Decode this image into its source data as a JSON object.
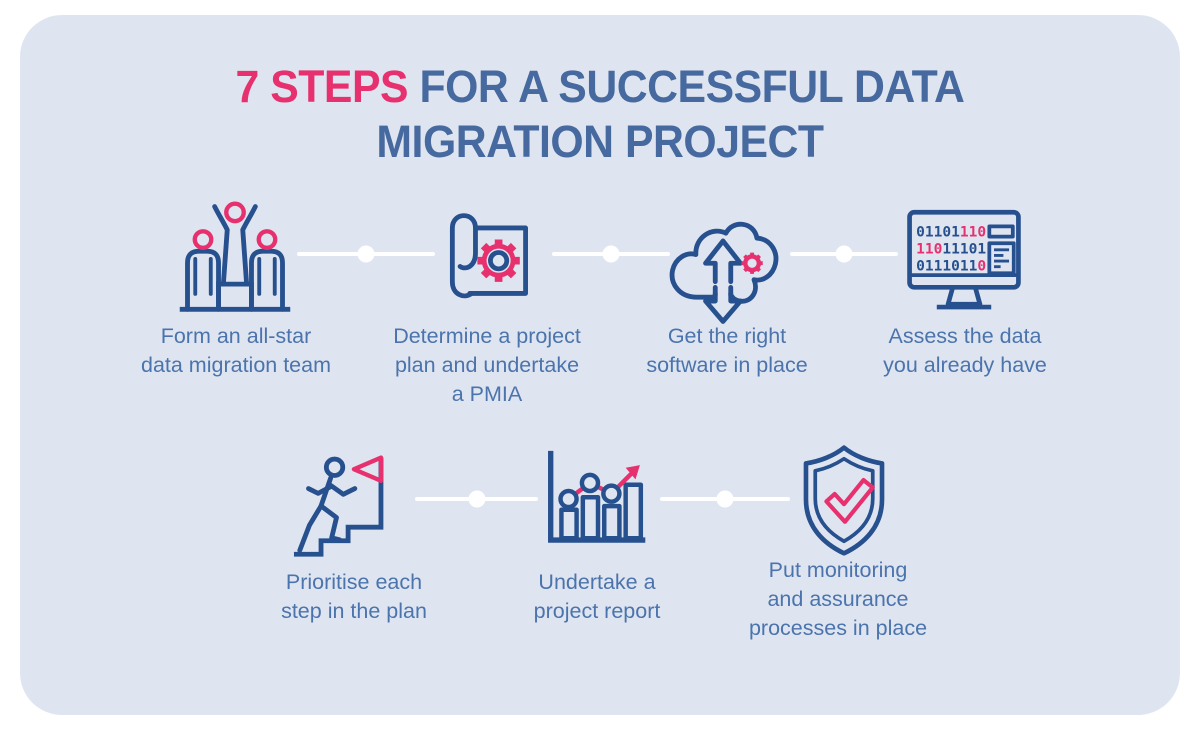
{
  "colors": {
    "pink": "#e7316f",
    "icon_blue": "#27508f",
    "title_blue": "#46699f",
    "label_blue": "#4b74ad",
    "connector": "#ffffff",
    "card_bg": "#dfe5f0"
  },
  "title": {
    "highlight": "7 STEPS",
    "line1_rest": " FOR A SUCCESSFUL DATA",
    "line2": "MIGRATION PROJECT"
  },
  "steps": [
    {
      "icon": "team-icon",
      "label": "Form an all-star\ndata migration team"
    },
    {
      "icon": "blueprint-gear-icon",
      "label": "Determine a project\nplan and undertake\na PMIA"
    },
    {
      "icon": "cloud-transfer-icon",
      "label": "Get the right\nsoftware in place"
    },
    {
      "icon": "monitor-binary-icon",
      "label": "Assess the data\nyou already have"
    },
    {
      "icon": "runner-stairs-flag-icon",
      "label": "Prioritise each\nstep in the plan"
    },
    {
      "icon": "bar-chart-growth-icon",
      "label": "Undertake a\nproject report"
    },
    {
      "icon": "shield-check-icon",
      "label": "Put monitoring\nand assurance\nprocesses in place"
    }
  ],
  "monitor_binary": {
    "row1": [
      {
        "text": "01101",
        "color": "blue"
      },
      {
        "text": "110",
        "color": "pink"
      }
    ],
    "row2": [
      {
        "text": "110",
        "color": "pink"
      },
      {
        "text": "11101",
        "color": "blue"
      }
    ],
    "row3": [
      {
        "text": "0111011",
        "color": "blue"
      },
      {
        "text": "0",
        "color": "pink"
      }
    ]
  }
}
